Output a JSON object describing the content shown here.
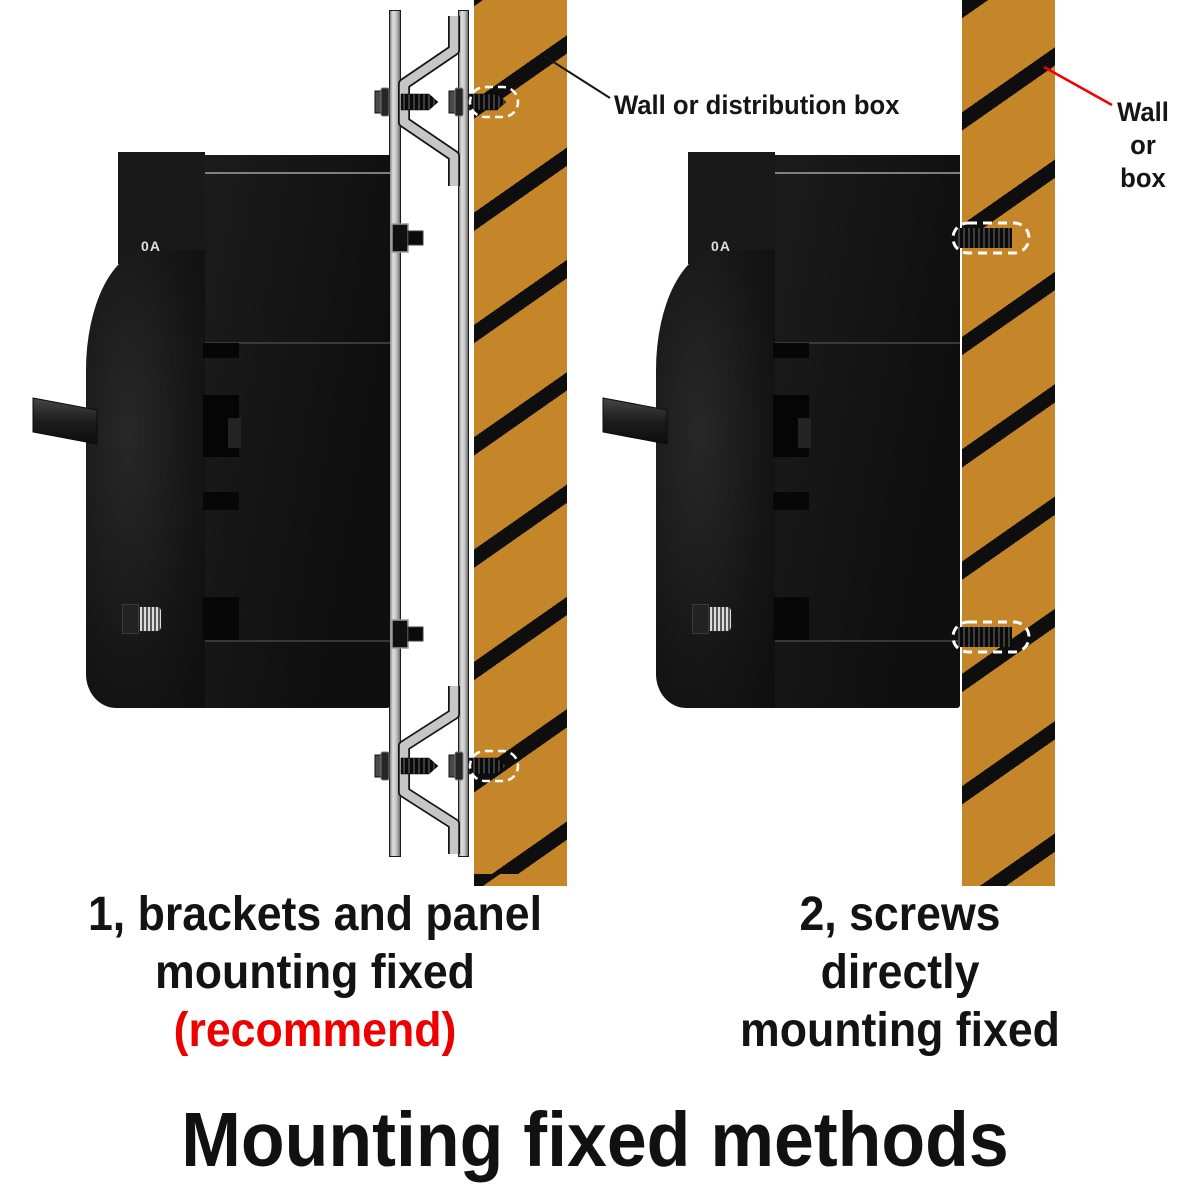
{
  "title": "Mounting fixed methods",
  "left_diagram": {
    "wall_label": "Wall or distribution box",
    "caption_line1": "1, brackets and panel",
    "caption_line2": "mounting fixed",
    "caption_note": "(recommend)",
    "breaker_label": "0A"
  },
  "right_diagram": {
    "wall_label_lines": [
      "Wall",
      "or",
      "box"
    ],
    "caption_line1": "2, screws directly",
    "caption_line2": "mounting fixed",
    "breaker_label": "0A"
  },
  "colors": {
    "wall_orange": "#c5862a",
    "stripe_black": "#0e0e0e",
    "metal_gray": "#c6c6c6",
    "screw_black": "#0a0a0a",
    "leader_red": "#f10000",
    "note_red": "#ee0000",
    "text_black": "#131313"
  }
}
